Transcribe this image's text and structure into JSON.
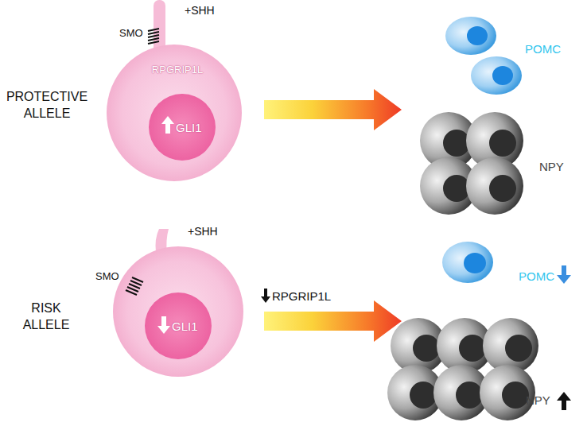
{
  "diagram": {
    "nodes": [
      {
        "text": [
          "RPGRIP1L"
        ]
      },
      {
        "text": [
          "GLI1"
        ],
        "in": 0
      },
      {
        "text": [
          "GLI1"
        ]
      }
    ],
    "labels": [
      "+SHH",
      "SMO",
      "PROTECTIVE ALLELE",
      "POMC",
      "NPY",
      "+SHH",
      "SMO",
      "RISK ALLELE",
      "RPGRIP1L",
      "POMC",
      "NPY"
    ]
  }
}
